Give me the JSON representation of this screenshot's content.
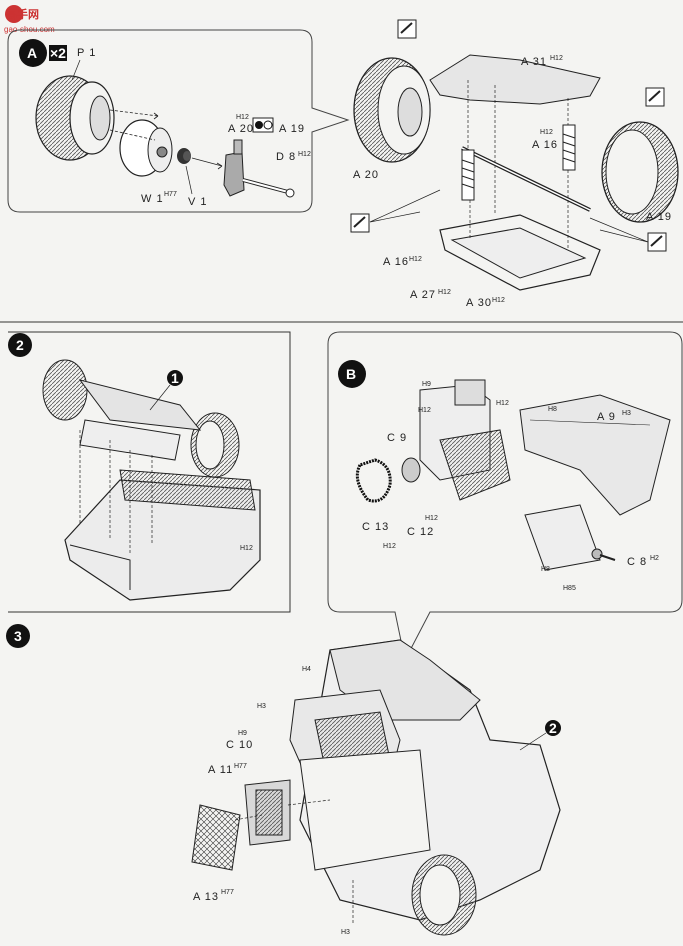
{
  "watermark": {
    "site_cn": "高手网",
    "site_url": "gao-shou.com"
  },
  "step_a": {
    "badge": "A",
    "multiplier": "×2",
    "labels": {
      "p1": "P 1",
      "a20": "A 20",
      "a19": "A 19",
      "d8": "D 8",
      "w1": "W 1",
      "v1": "V 1"
    },
    "sups": {
      "a20": "H12",
      "d8": "H12",
      "w1": "H77"
    }
  },
  "step_1": {
    "labels": {
      "a31": "A 31",
      "a16_top": "A 16",
      "a20": "A 20",
      "a19": "A 19",
      "a16_bottom": "A 16",
      "a27": "A 27",
      "a30": "A 30"
    },
    "sups": {
      "a31": "H12",
      "a16_top": "H12",
      "a16_bottom": "H12",
      "a27": "H12",
      "a30": "H12"
    }
  },
  "step_2": {
    "badge": "2",
    "ref": "1",
    "sup": "H12"
  },
  "step_b": {
    "badge": "B",
    "labels": {
      "c9": "C 9",
      "c13": "C 13",
      "c12": "C 12",
      "a9": "A 9",
      "c8": "C 8"
    },
    "sups": {
      "h9": "H9",
      "c9": "H12",
      "h12_top": "H12",
      "h8_top": "H8",
      "a9": "H3",
      "c13": "H12",
      "c12": "H12",
      "h8_bottom": "H8",
      "h85": "H85",
      "c8": "H2"
    }
  },
  "step_3": {
    "badge": "3",
    "ref": "2",
    "labels": {
      "c10": "C 10",
      "a11": "A 11",
      "a13": "A 13"
    },
    "sups": {
      "h4": "H4",
      "h3_top": "H3",
      "c10": "H9",
      "a11": "H77",
      "a13": "H77",
      "h3_bottom": "H3"
    }
  }
}
